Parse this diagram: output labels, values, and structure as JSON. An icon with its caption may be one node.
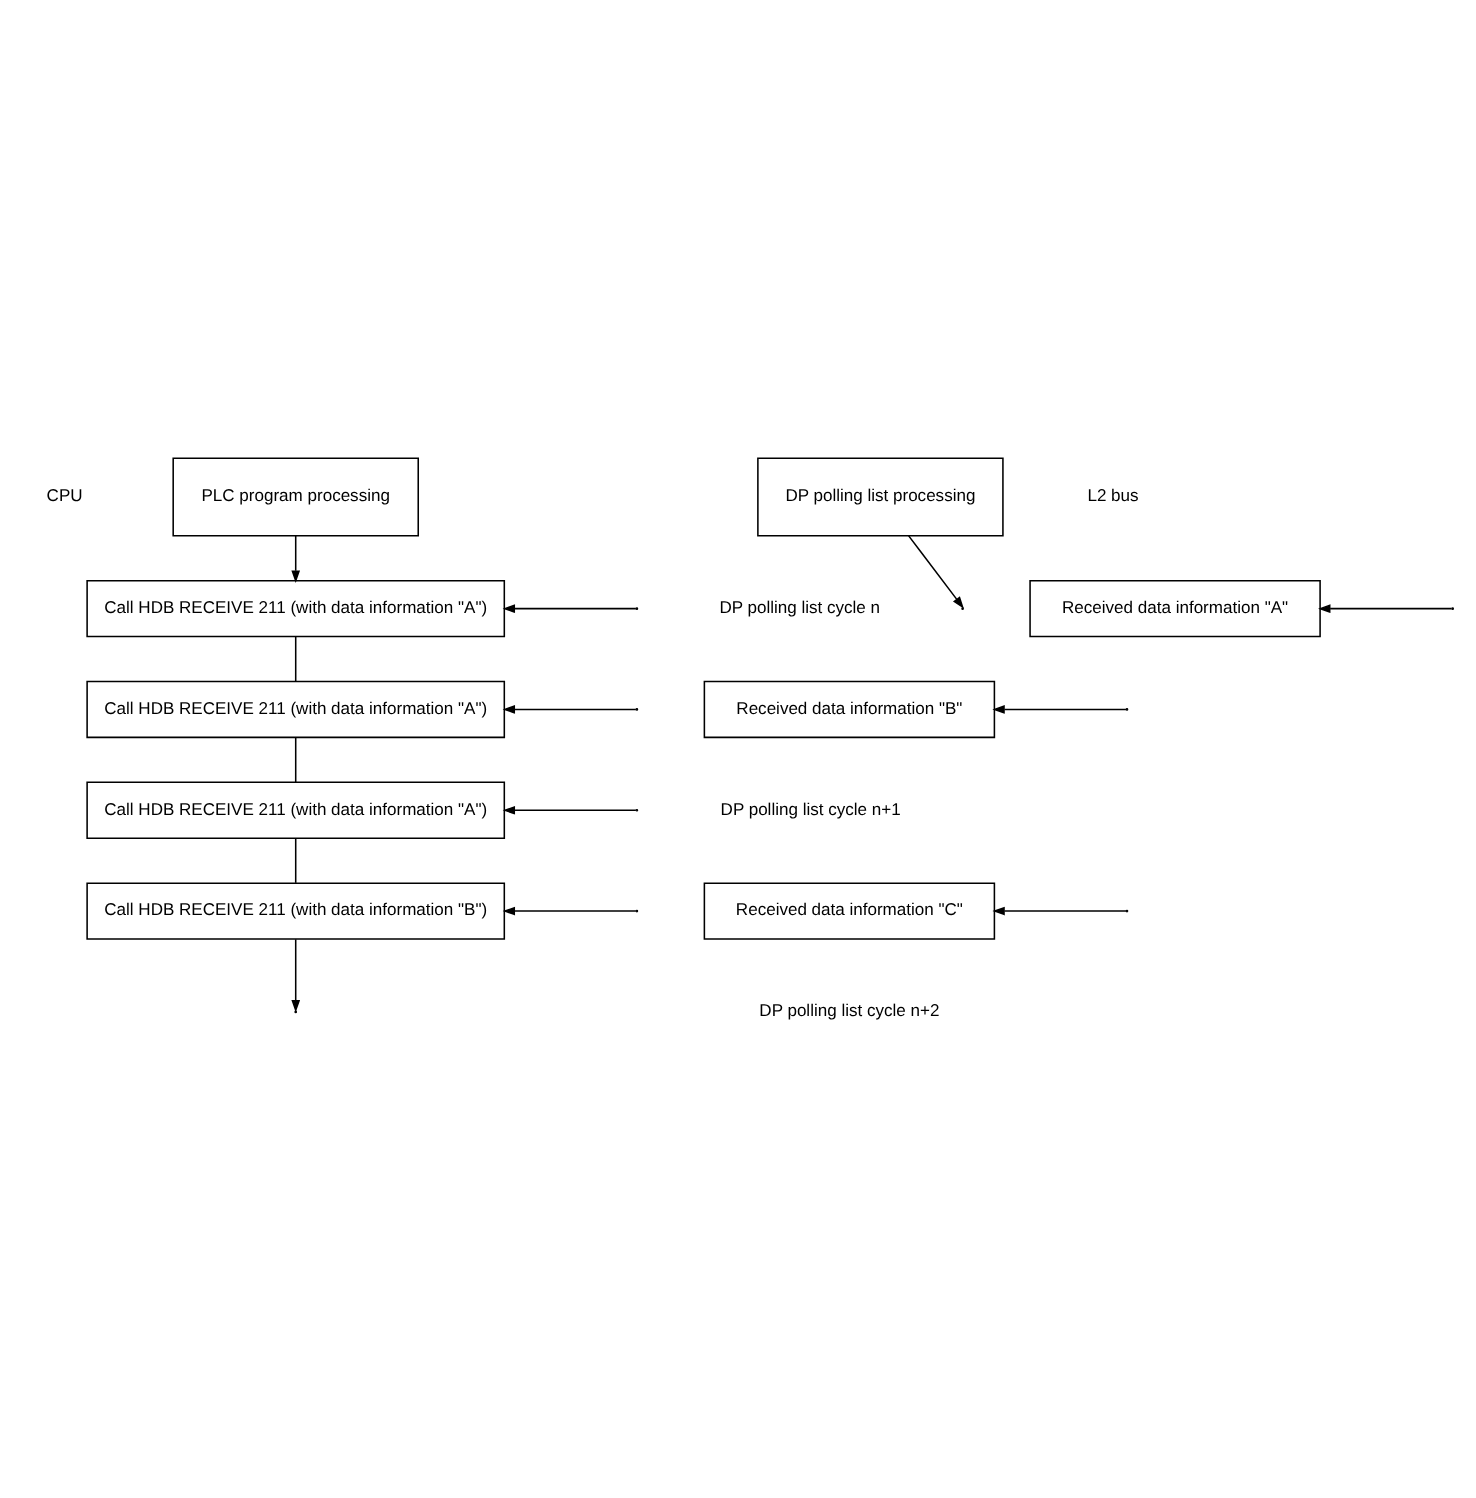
{
  "diagram": {
    "nodes": [
      {
        "text": [
          "PLC program processing"
        ]
      },
      {
        "text": [
          "DP polling list processing"
        ]
      },
      {
        "text": [
          "Call HDB RECEIVE 211 (with data information \"A\")"
        ]
      },
      {
        "text": [
          "Call HDB RECEIVE 211 (with data information \"A\")"
        ]
      },
      {
        "text": [
          "Call HDB RECEIVE 211 (with data information \"A\")"
        ]
      },
      {
        "text": [
          "Call HDB RECEIVE 211 (with data information \"B\")"
        ]
      },
      {
        "text": [
          "Received data information \"A\""
        ]
      },
      {
        "text": [
          "Received data information \"B\""
        ]
      },
      {
        "text": [
          "Received data information \"C\""
        ]
      }
    ],
    "edges": [
      {
        "from": 0,
        "to": 2,
        "arrow": "to"
      },
      {
        "from": 2,
        "to": 3,
        "arrow": "none"
      },
      {
        "from": 3,
        "to": 4,
        "arrow": "none"
      },
      {
        "from": 4,
        "to": 5,
        "arrow": "none"
      },
      {
        "from": null,
        "to": 2,
        "arrow": "to"
      },
      {
        "from": null,
        "to": 3,
        "arrow": "to"
      },
      {
        "from": null,
        "to": 4,
        "arrow": "to"
      },
      {
        "from": null,
        "to": 5,
        "arrow": "to"
      },
      {
        "from": 5,
        "to": null,
        "arrow": "to"
      },
      {
        "from": 1,
        "to": null,
        "arrow": "to"
      },
      {
        "from": null,
        "to": 6,
        "arrow": "to"
      },
      {
        "from": null,
        "to": 7,
        "arrow": "to"
      },
      {
        "from": null,
        "to": 8,
        "arrow": "to"
      }
    ],
    "labels": [
      "CPU",
      "L2 bus",
      "DP polling list cycle n",
      "DP polling list cycle n+1",
      "DP polling list cycle n+2"
    ]
  }
}
